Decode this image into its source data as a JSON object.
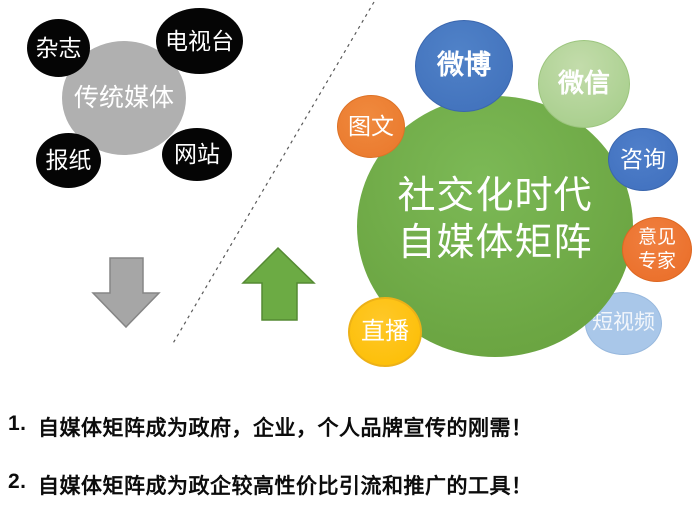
{
  "palette": {
    "black_circle": "#050505",
    "gray_circle": "#b0b0b0",
    "gray_arrow_fill": "#a6a6a6",
    "gray_arrow_border": "#858585",
    "green_arrow_fill": "#6cab44",
    "green_arrow_border": "#558a33",
    "main_green_circle": "#6ca643",
    "weibo_blue": "#4577c2",
    "wechat_green": "#a9d18e",
    "tuwen_orange": "#ed7d31",
    "zixun_blue": "#4577c2",
    "expert_orange": "#ec6f2d",
    "zhibo_yellow": "#ffc000",
    "video_light_blue": "#a9c7e9",
    "divider_line": "#595959",
    "text_white": "#ffffff",
    "notes_black": "#0c0c0c"
  },
  "left_cluster": {
    "center_label": "传统媒体",
    "magazine": "杂志",
    "tv_station": "电视台",
    "newspaper": "报纸",
    "website": "网站"
  },
  "right_cluster": {
    "center_line1": "社交化时代",
    "center_line2": "自媒体矩阵",
    "weibo": "微博",
    "wechat": "微信",
    "tuwen": "图文",
    "zixun": "咨询",
    "expert_line1": "意见",
    "expert_line2": "专家",
    "zhibo": "直播",
    "video": "短视频"
  },
  "notes": [
    {
      "number": "1.",
      "text": "自媒体矩阵成为政府，企业，个人品牌宣传的刚需！"
    },
    {
      "number": "2.",
      "text": "自媒体矩阵成为政企较高性价比引流和推广的工具！"
    }
  ]
}
